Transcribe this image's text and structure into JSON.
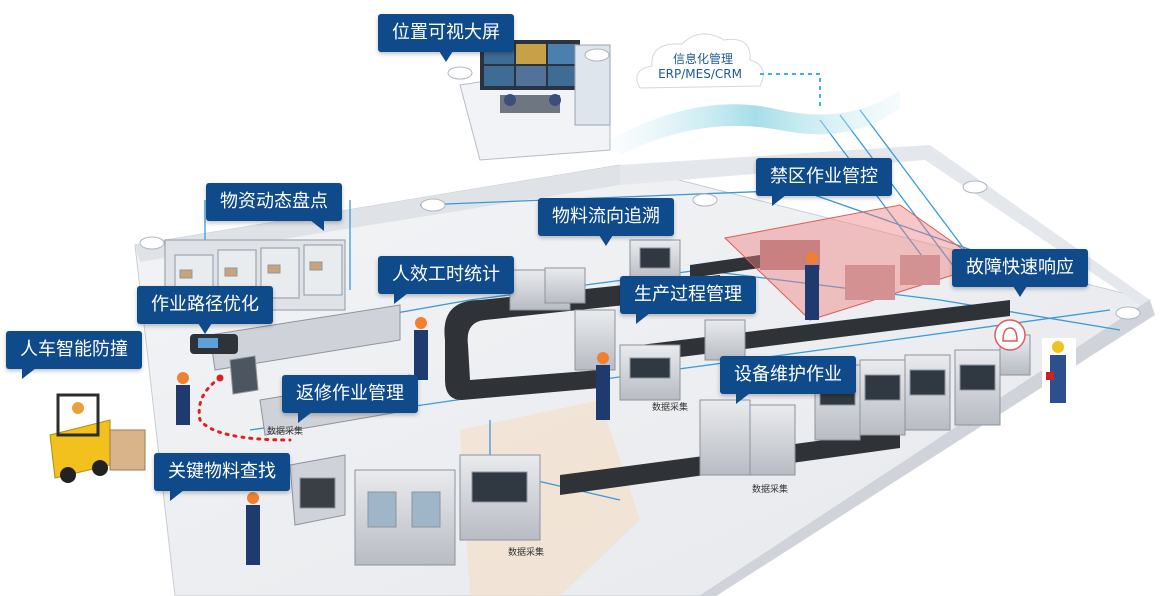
{
  "cloud": {
    "title": "信息化管理",
    "systems": "ERP/MES/CRM"
  },
  "labels": {
    "screen": "位置可视大屏",
    "inventory": "物资动态盘点",
    "route": "作业路径优化",
    "collision": "人车智能防撞",
    "labor": "人效工时统计",
    "flow": "物料流向追溯",
    "restricted": "禁区作业管控",
    "process": "生产过程管理",
    "fault": "故障快速响应",
    "repair": "返修作业管理",
    "maintenance": "设备维护作业",
    "material": "关键物料查找"
  },
  "data_collection": "数据采集",
  "colors": {
    "callout": "#0f4a8a",
    "restricted_zone": "#f08080",
    "wire": "#3a9ad9",
    "route_dots": "#e02020"
  }
}
